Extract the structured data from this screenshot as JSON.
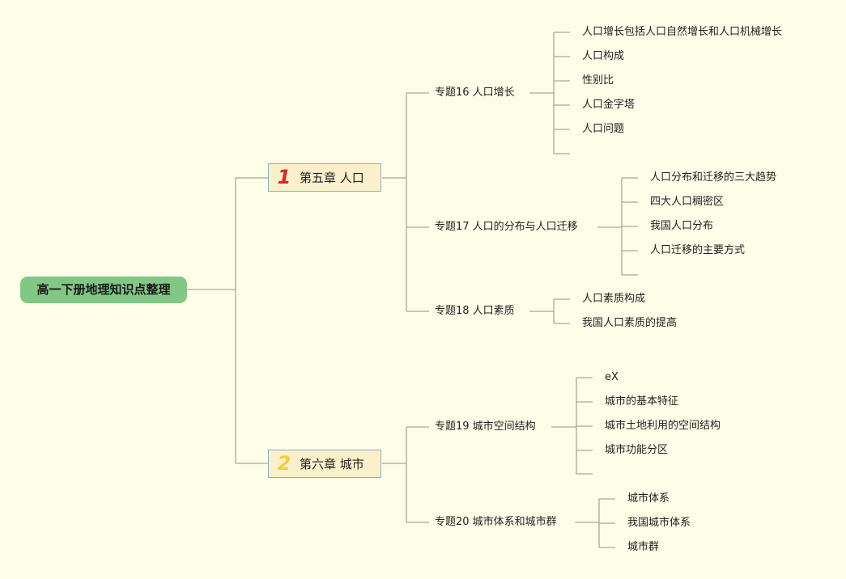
{
  "mindmap": {
    "root": "高一下册地理知识点整理",
    "accent_colors": {
      "root_fill": "#82c785",
      "chapter_fill": "#fbf0cc",
      "chapter_1_number": "#d42a2a",
      "chapter_2_number": "#f2cf3b",
      "line": "#a9a99c",
      "background": "#fdfde8"
    },
    "chapters": [
      {
        "number": "1",
        "title": "第五章 人口",
        "topics": [
          {
            "title": "专题16 人口增长",
            "items": [
              "人口增长包括人口自然增长和人口机械增长",
              "人口构成",
              "性别比",
              "人口金字塔",
              "人口问题"
            ]
          },
          {
            "title": "专题17 人口的分布与人口迁移",
            "items": [
              "人口分布和迁移的三大趋势",
              "四大人口稠密区",
              "我国人口分布",
              "人口迁移的主要方式"
            ]
          },
          {
            "title": "专题18 人口素质",
            "items": [
              "人口素质构成",
              "我国人口素质的提高"
            ]
          }
        ]
      },
      {
        "number": "2",
        "title": "第六章 城市",
        "topics": [
          {
            "title": "专题19 城市空间结构",
            "items": [
              "eX",
              "城市的基本特征",
              "城市土地利用的空间结构",
              "城市功能分区"
            ]
          },
          {
            "title": "专题20 城市体系和城市群",
            "items": [
              "城市体系",
              "我国城市体系",
              "城市群"
            ]
          }
        ]
      }
    ]
  }
}
